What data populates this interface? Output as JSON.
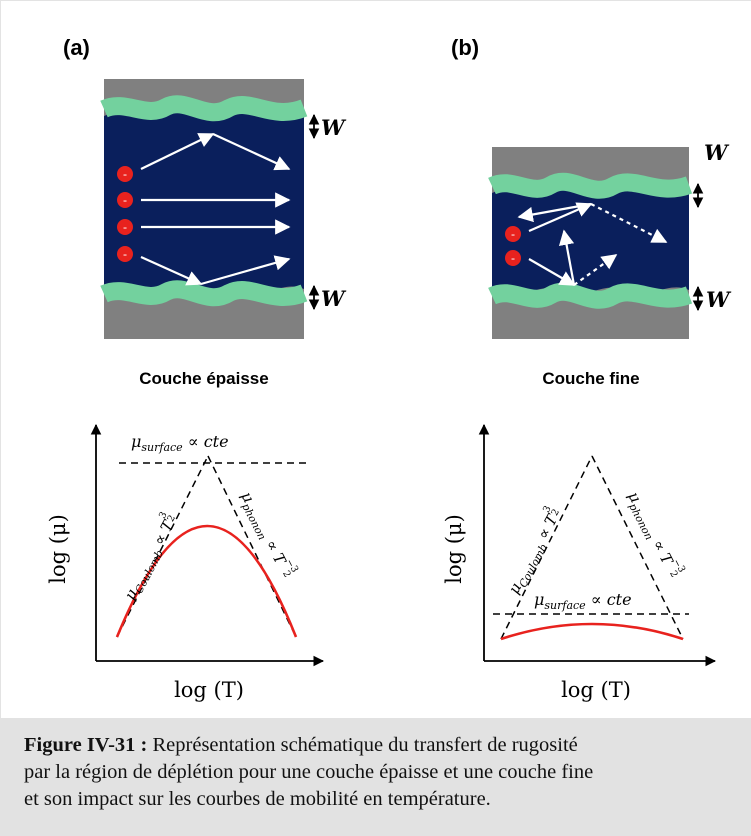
{
  "panels": {
    "a": {
      "label": "(a)",
      "layer_label": "Couche épaisse"
    },
    "b": {
      "label": "(b)",
      "layer_label": "Couche fine"
    }
  },
  "depletion_label": "W",
  "electron_symbol": "-",
  "axes": {
    "ylabel": "log (μ)",
    "xlabel": "log (T)"
  },
  "law_labels": {
    "surface": {
      "mu": "μ",
      "sub": "surface",
      "rel": " ∝ ",
      "val": "cte"
    },
    "coulomb": {
      "mu": "μ",
      "sub": "Coulomb",
      "rel": " ∝ ",
      "base": "T",
      "exp_num": "3",
      "exp_den": "2"
    },
    "phonon": {
      "mu": "μ",
      "sub": "phonon",
      "rel": " ∝ ",
      "base": "T",
      "exp_minus": "−",
      "exp_num": "3",
      "exp_den": "2"
    }
  },
  "colors": {
    "oxide_gray": "#808080",
    "channel_navy": "#0a1f5c",
    "roughness_green": "#73d19e",
    "electron_red": "#e8221e",
    "mobility_curve": "#e8221e",
    "caption_bg": "#e2e2e2"
  },
  "caption": {
    "label": "Figure IV-31 :",
    "line1": " Représentation schématique du transfert de rugosité",
    "line2": "par la région de déplétion pour une couche épaisse et une couche fine",
    "line3": "et son impact sur les courbes de mobilité en température."
  }
}
